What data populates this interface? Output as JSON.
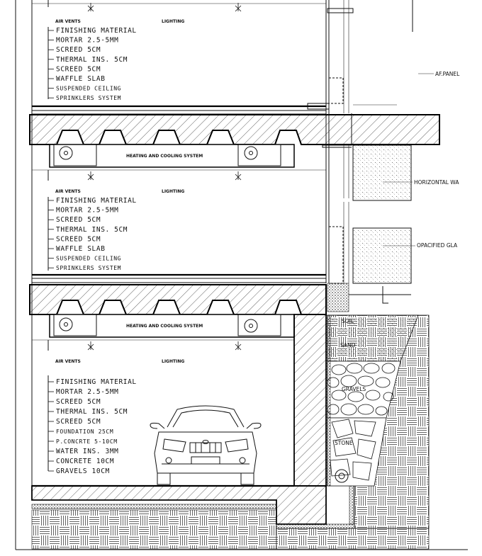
{
  "floor_top": {
    "air_vents": "AIR VENTS",
    "lighting": "LIGHTING",
    "layers": [
      "FINISHING MATERIAL",
      "MORTAR 2.5-5MM",
      "SCREED 5CM",
      "THERMAL INS. 5CM",
      "SCREED 5CM",
      "WAFFLE SLAB",
      "SUSPENDED CEILING",
      "SPRINKLERS SYSTEM"
    ],
    "hvac": "HEATING AND COOLING SYSTEM"
  },
  "floor_middle": {
    "air_vents": "AIR VENTS",
    "lighting": "LIGHTING",
    "layers": [
      "FINISHING MATERIAL",
      "MORTAR 2.5-5MM",
      "SCREED 5CM",
      "THERMAL INS. 5CM",
      "SCREED 5CM",
      "WAFFLE SLAB",
      "SUSPENDED CEILING",
      "SPRINKLERS SYSTEM"
    ],
    "hvac": "HEATING AND COOLING SYSTEM"
  },
  "basement": {
    "air_vents": "AIR VENTS",
    "lighting": "LIGHTING",
    "layers": [
      "FINISHING MATERIAL",
      "MORTAR 2.5-5MM",
      "SCREED 5CM",
      "THERMAL INS. 5CM",
      "SCREED 5CM",
      "FOUNDATION 25CM",
      "P.CONCRTE 5-10CM",
      "WATER INS. 3MM",
      "CONCRETE 10CM",
      "GRAVELS 10CM"
    ]
  },
  "facade": {
    "af_panel": "AF.PANEL",
    "horizontal": "HORIZONTAL WA",
    "opacified": "OPACIFIED GLA"
  },
  "ground": {
    "soil": "SOIL",
    "sand": "SAND",
    "gravels": "GRAVELS",
    "stone": "STONE"
  },
  "colors": {
    "ink": "#111111",
    "paper": "#ffffff"
  }
}
